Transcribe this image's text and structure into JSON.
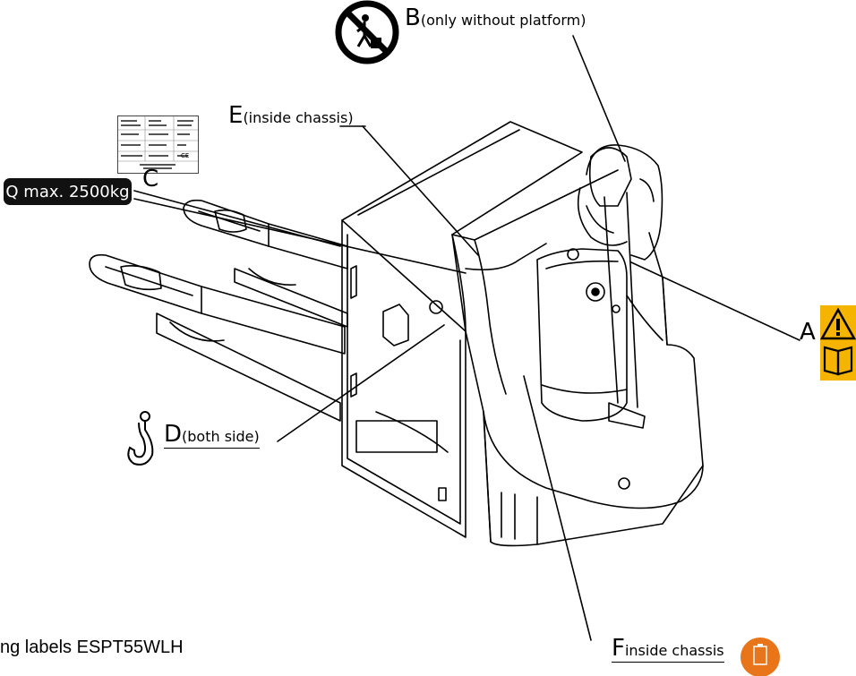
{
  "labels": {
    "b_letter": "B",
    "b_text": "(only without platform)",
    "e_letter": "E",
    "e_text": "(inside chassis)",
    "c_letter": "C",
    "c_box_text": "Q max. 2500kg",
    "a_letter": "A",
    "d_letter": "D",
    "d_text": "(both side)",
    "f_letter": "F",
    "f_text": "inside chassis"
  },
  "caption": "ng labels ESPT55WLH",
  "nameplate": {
    "label_ce": "CE"
  },
  "colors": {
    "warning_yellow": "#f4b400",
    "battery_orange": "#e8751a",
    "label_dark": "#111111",
    "line": "#000000"
  },
  "icons": [
    "no-standing-icon",
    "warning-triangle-icon",
    "manual-book-icon",
    "lifting-hook-icon",
    "battery-icon"
  ]
}
